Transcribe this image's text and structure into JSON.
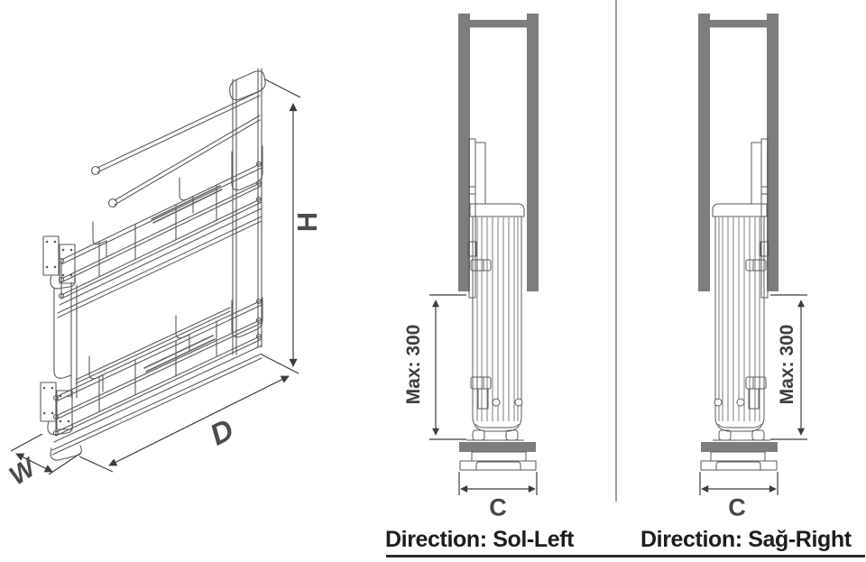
{
  "isometric_view": {
    "height_label": "H",
    "depth_label": "D",
    "width_label": "W"
  },
  "front_view_left": {
    "max_label": "Max: 300",
    "cabinet_width_label": "C",
    "direction_label": "Direction: Sol-Left"
  },
  "front_view_right": {
    "max_label": "Max: 300",
    "cabinet_width_label": "C",
    "direction_label": "Direction: Sağ-Right"
  },
  "colors": {
    "panel_gray": "#7d7d7d",
    "wireframe_line": "#5a5a5a",
    "dimension_line": "#3c3c3c",
    "direction_text": "#1d1d1d",
    "separator_gray": "#9c9c9c",
    "background": "#ffffff"
  }
}
